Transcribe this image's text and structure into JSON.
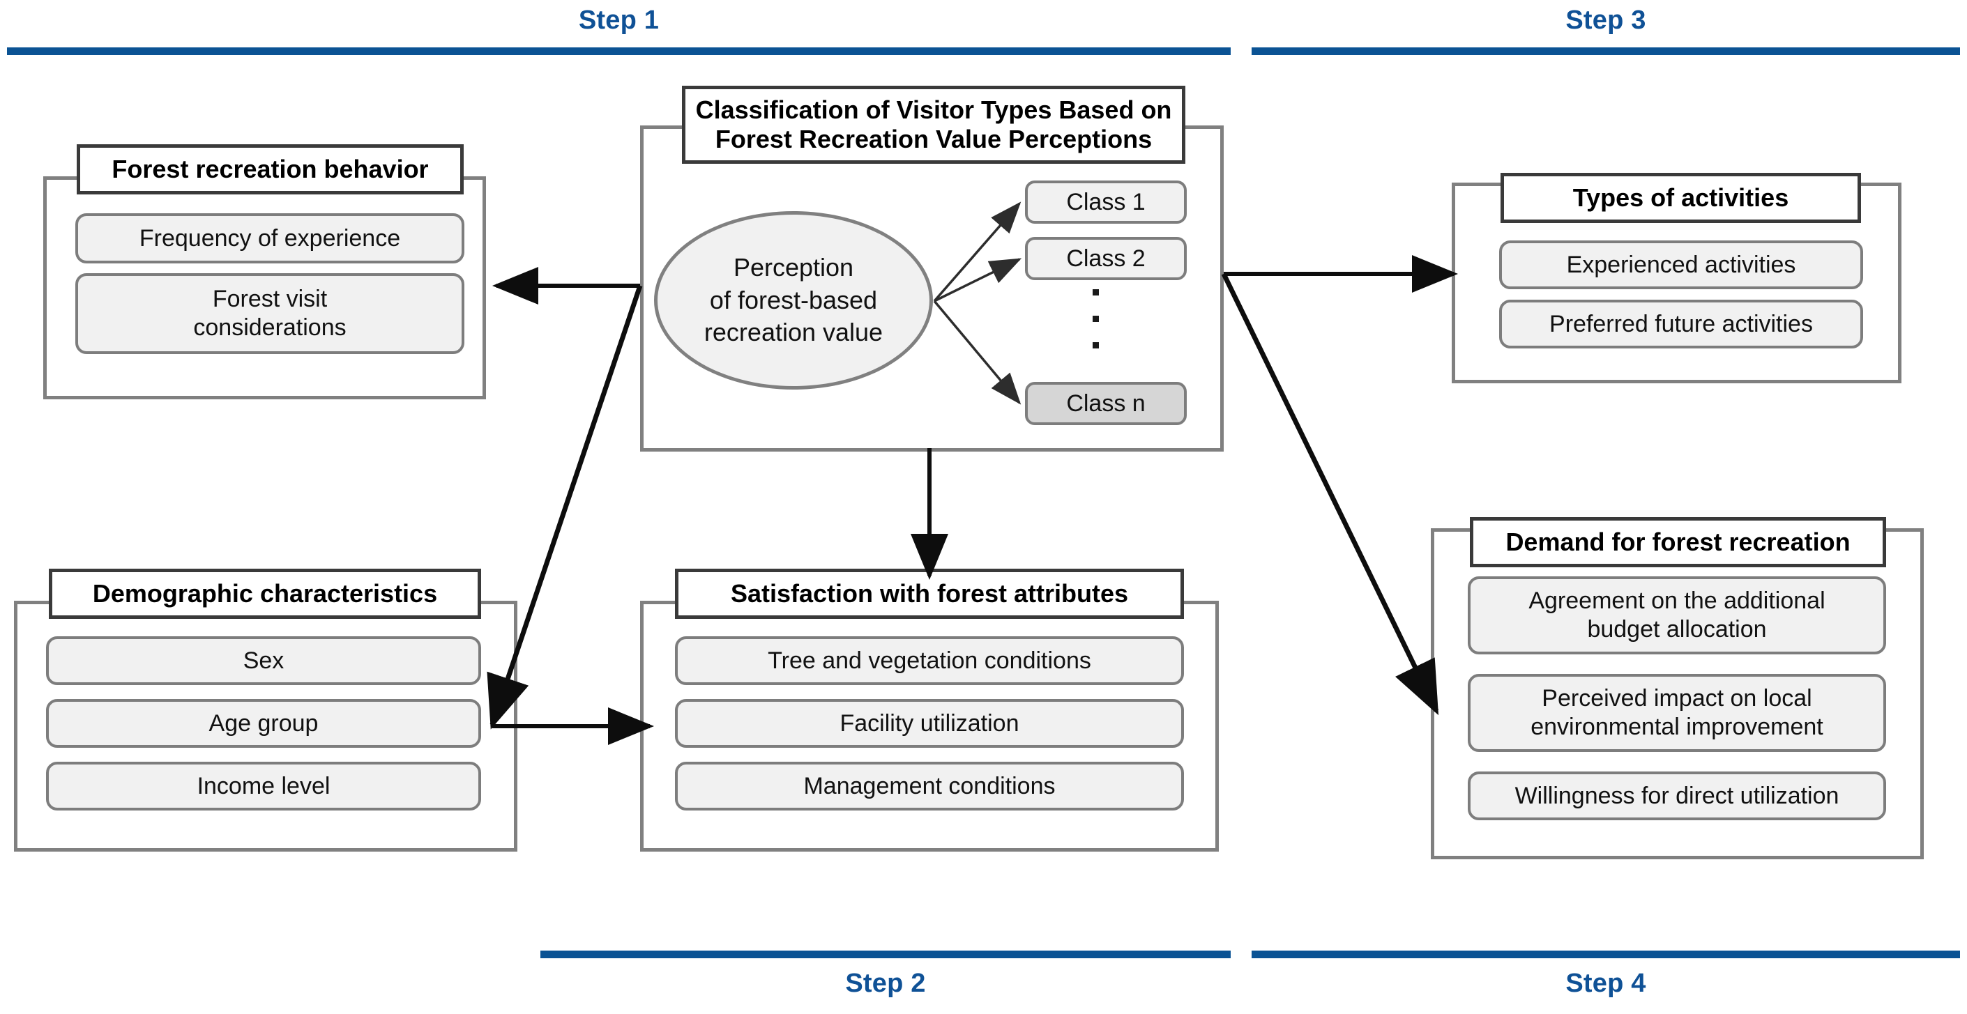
{
  "steps": [
    {
      "label": "Step 1",
      "position": "top-left"
    },
    {
      "label": "Step 3",
      "position": "top-right"
    },
    {
      "label": "Step 2",
      "position": "bottom-left"
    },
    {
      "label": "Step 4",
      "position": "bottom-right"
    }
  ],
  "center": {
    "title": "Classification of Visitor Types Based on Forest Recreation Value Perceptions",
    "title_line1": "Classification of Visitor Types Based on",
    "title_line2": "Forest Recreation Value Perceptions",
    "ellipse_line1": "Perception",
    "ellipse_line2": "of forest-based",
    "ellipse_line3": "recreation value",
    "classes": [
      {
        "label": "Class 1",
        "shade": "light"
      },
      {
        "label": "Class 2",
        "shade": "light"
      },
      {
        "label": "Class n",
        "shade": "dark"
      }
    ],
    "ellipsis": "⋮"
  },
  "groups": {
    "forest_recreation_behavior": {
      "title": "Forest recreation behavior",
      "items": [
        {
          "label": "Frequency of experience"
        },
        {
          "label_line1": "Forest visit",
          "label_line2": "considerations"
        }
      ]
    },
    "demographic_characteristics": {
      "title": "Demographic characteristics",
      "items": [
        {
          "label": "Sex"
        },
        {
          "label": "Age group"
        },
        {
          "label": "Income level"
        }
      ]
    },
    "satisfaction_with_forest_attributes": {
      "title": "Satisfaction with forest attributes",
      "items": [
        {
          "label": "Tree and vegetation conditions"
        },
        {
          "label": "Facility utilization"
        },
        {
          "label": "Management conditions"
        }
      ]
    },
    "types_of_activities": {
      "title": "Types of activities",
      "items": [
        {
          "label": "Experienced activities"
        },
        {
          "label": "Preferred future activities"
        }
      ]
    },
    "demand_for_forest_recreation": {
      "title": "Demand for forest recreation",
      "items": [
        {
          "label_line1": "Agreement on the additional",
          "label_line2": "budget allocation"
        },
        {
          "label_line1": "Perceived impact on local",
          "label_line2": "environmental improvement"
        },
        {
          "label": "Willingness for direct utilization"
        }
      ]
    }
  },
  "colors": {
    "step_blue": "#0b5394",
    "step_text_blue": "#0f5196",
    "group_border_gray": "#808080",
    "title_border_dark": "#3a3a3a",
    "item_fill": "#f1f1f1",
    "item_border": "#7d7d7d",
    "class_n_fill": "#d6d6d6",
    "arrow_black": "#0d0d0d"
  }
}
